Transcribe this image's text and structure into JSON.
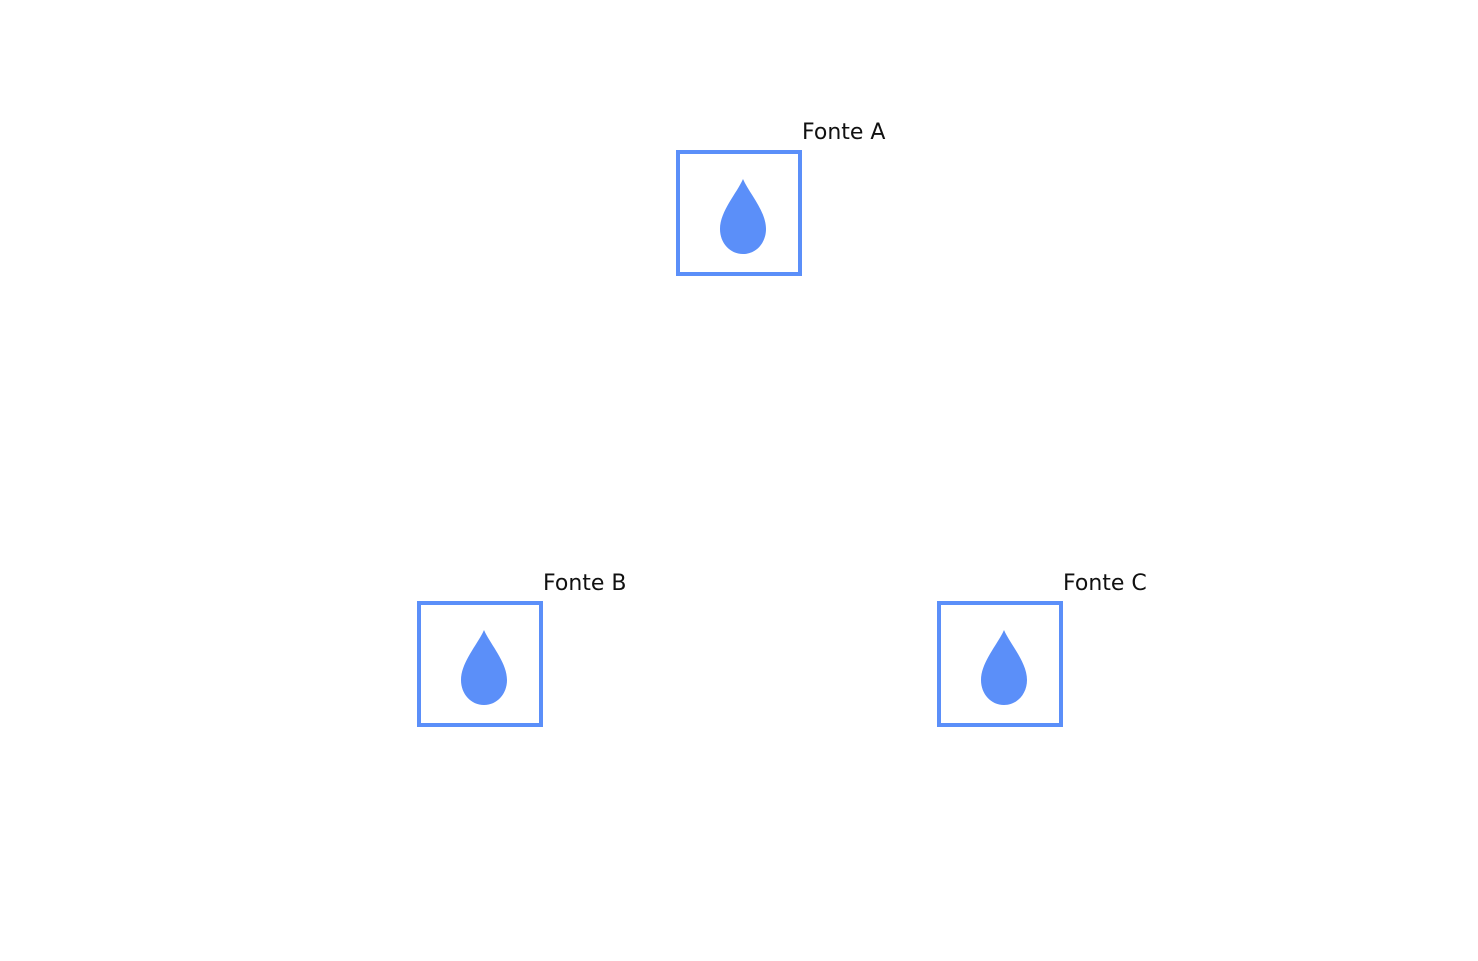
{
  "diagram": {
    "accent_color": "#5b8ff9",
    "icon": "water-drop-icon",
    "sources": [
      {
        "label": "Fonte A"
      },
      {
        "label": "Fonte B"
      },
      {
        "label": "Fonte C"
      }
    ]
  }
}
